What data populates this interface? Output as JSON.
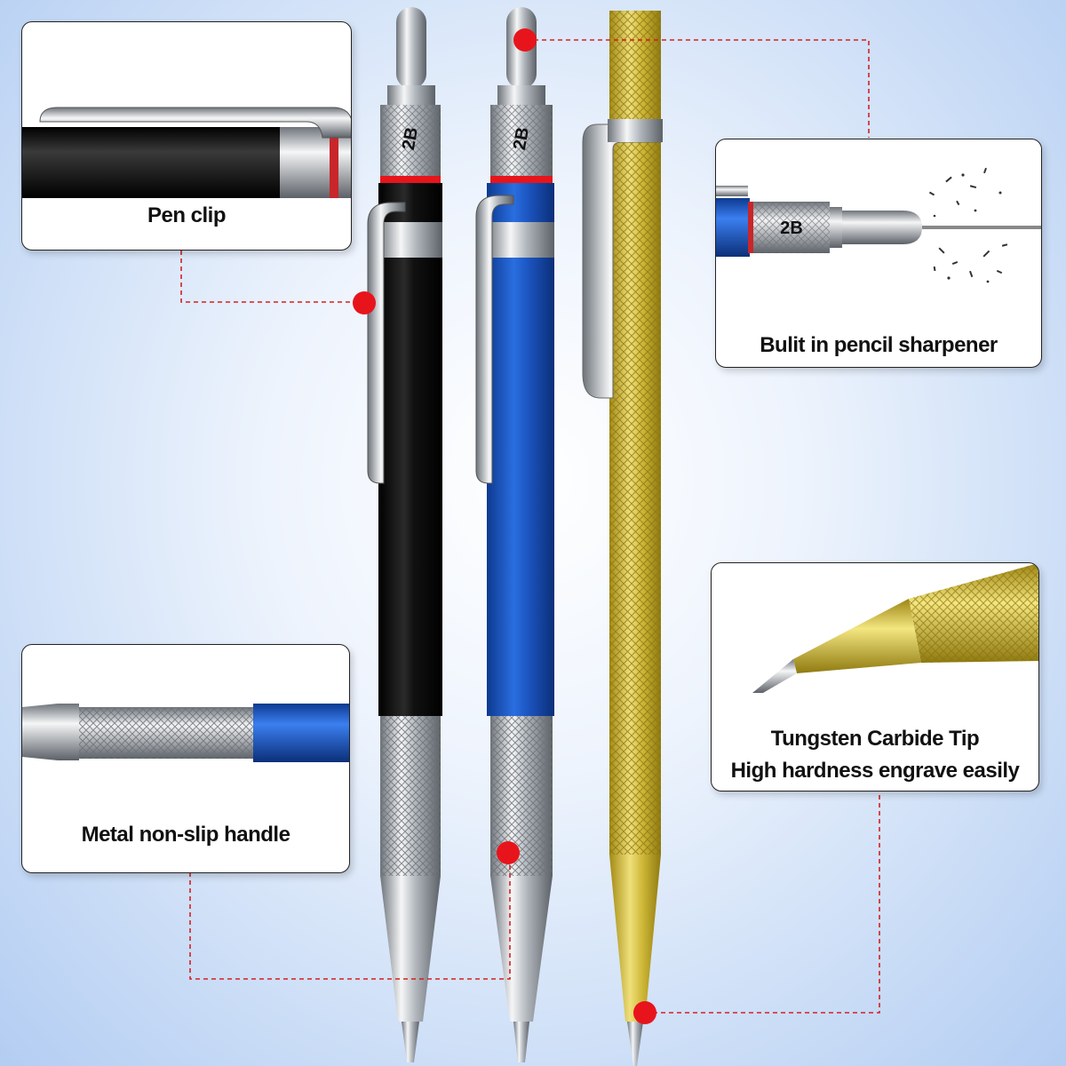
{
  "callouts": {
    "pen_clip": {
      "label": "Pen clip"
    },
    "sharpener": {
      "label": "Bulit in pencil sharpener",
      "grade_label": "2B"
    },
    "tip": {
      "line1": "Tungsten Carbide Tip",
      "line2": "High hardness engrave easily"
    },
    "handle": {
      "label": "Metal non-slip handle"
    }
  },
  "pencils": {
    "black": {
      "grade_label": "2B"
    },
    "blue": {
      "grade_label": "2B"
    }
  },
  "colors": {
    "marker": "#e8141b",
    "black_barrel": "#111111",
    "blue_barrel": "#1f5fd0",
    "gold_body": "#d6c13a",
    "chrome": "#c9cdd2"
  }
}
